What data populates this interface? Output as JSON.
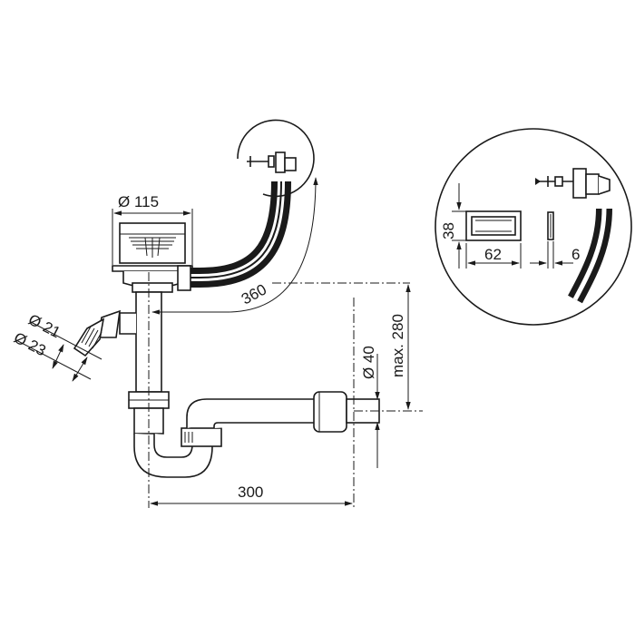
{
  "diagram": {
    "dimensions": {
      "strainer_diameter": "Ø 115",
      "overflow_hose_length": "360",
      "inlet_inner_diameter": "Ø 21",
      "inlet_outer_diameter": "Ø 23",
      "outlet_diameter": "Ø 40",
      "max_height": "max. 280",
      "trap_width": "300",
      "overflow_height": "38",
      "overflow_width": "62",
      "overflow_thickness": "6"
    },
    "components": [
      "basket-strainer",
      "overflow-hose",
      "overflow-head",
      "side-inlet-connector",
      "bottle-trap",
      "outlet-pipe",
      "detail-callout"
    ]
  }
}
